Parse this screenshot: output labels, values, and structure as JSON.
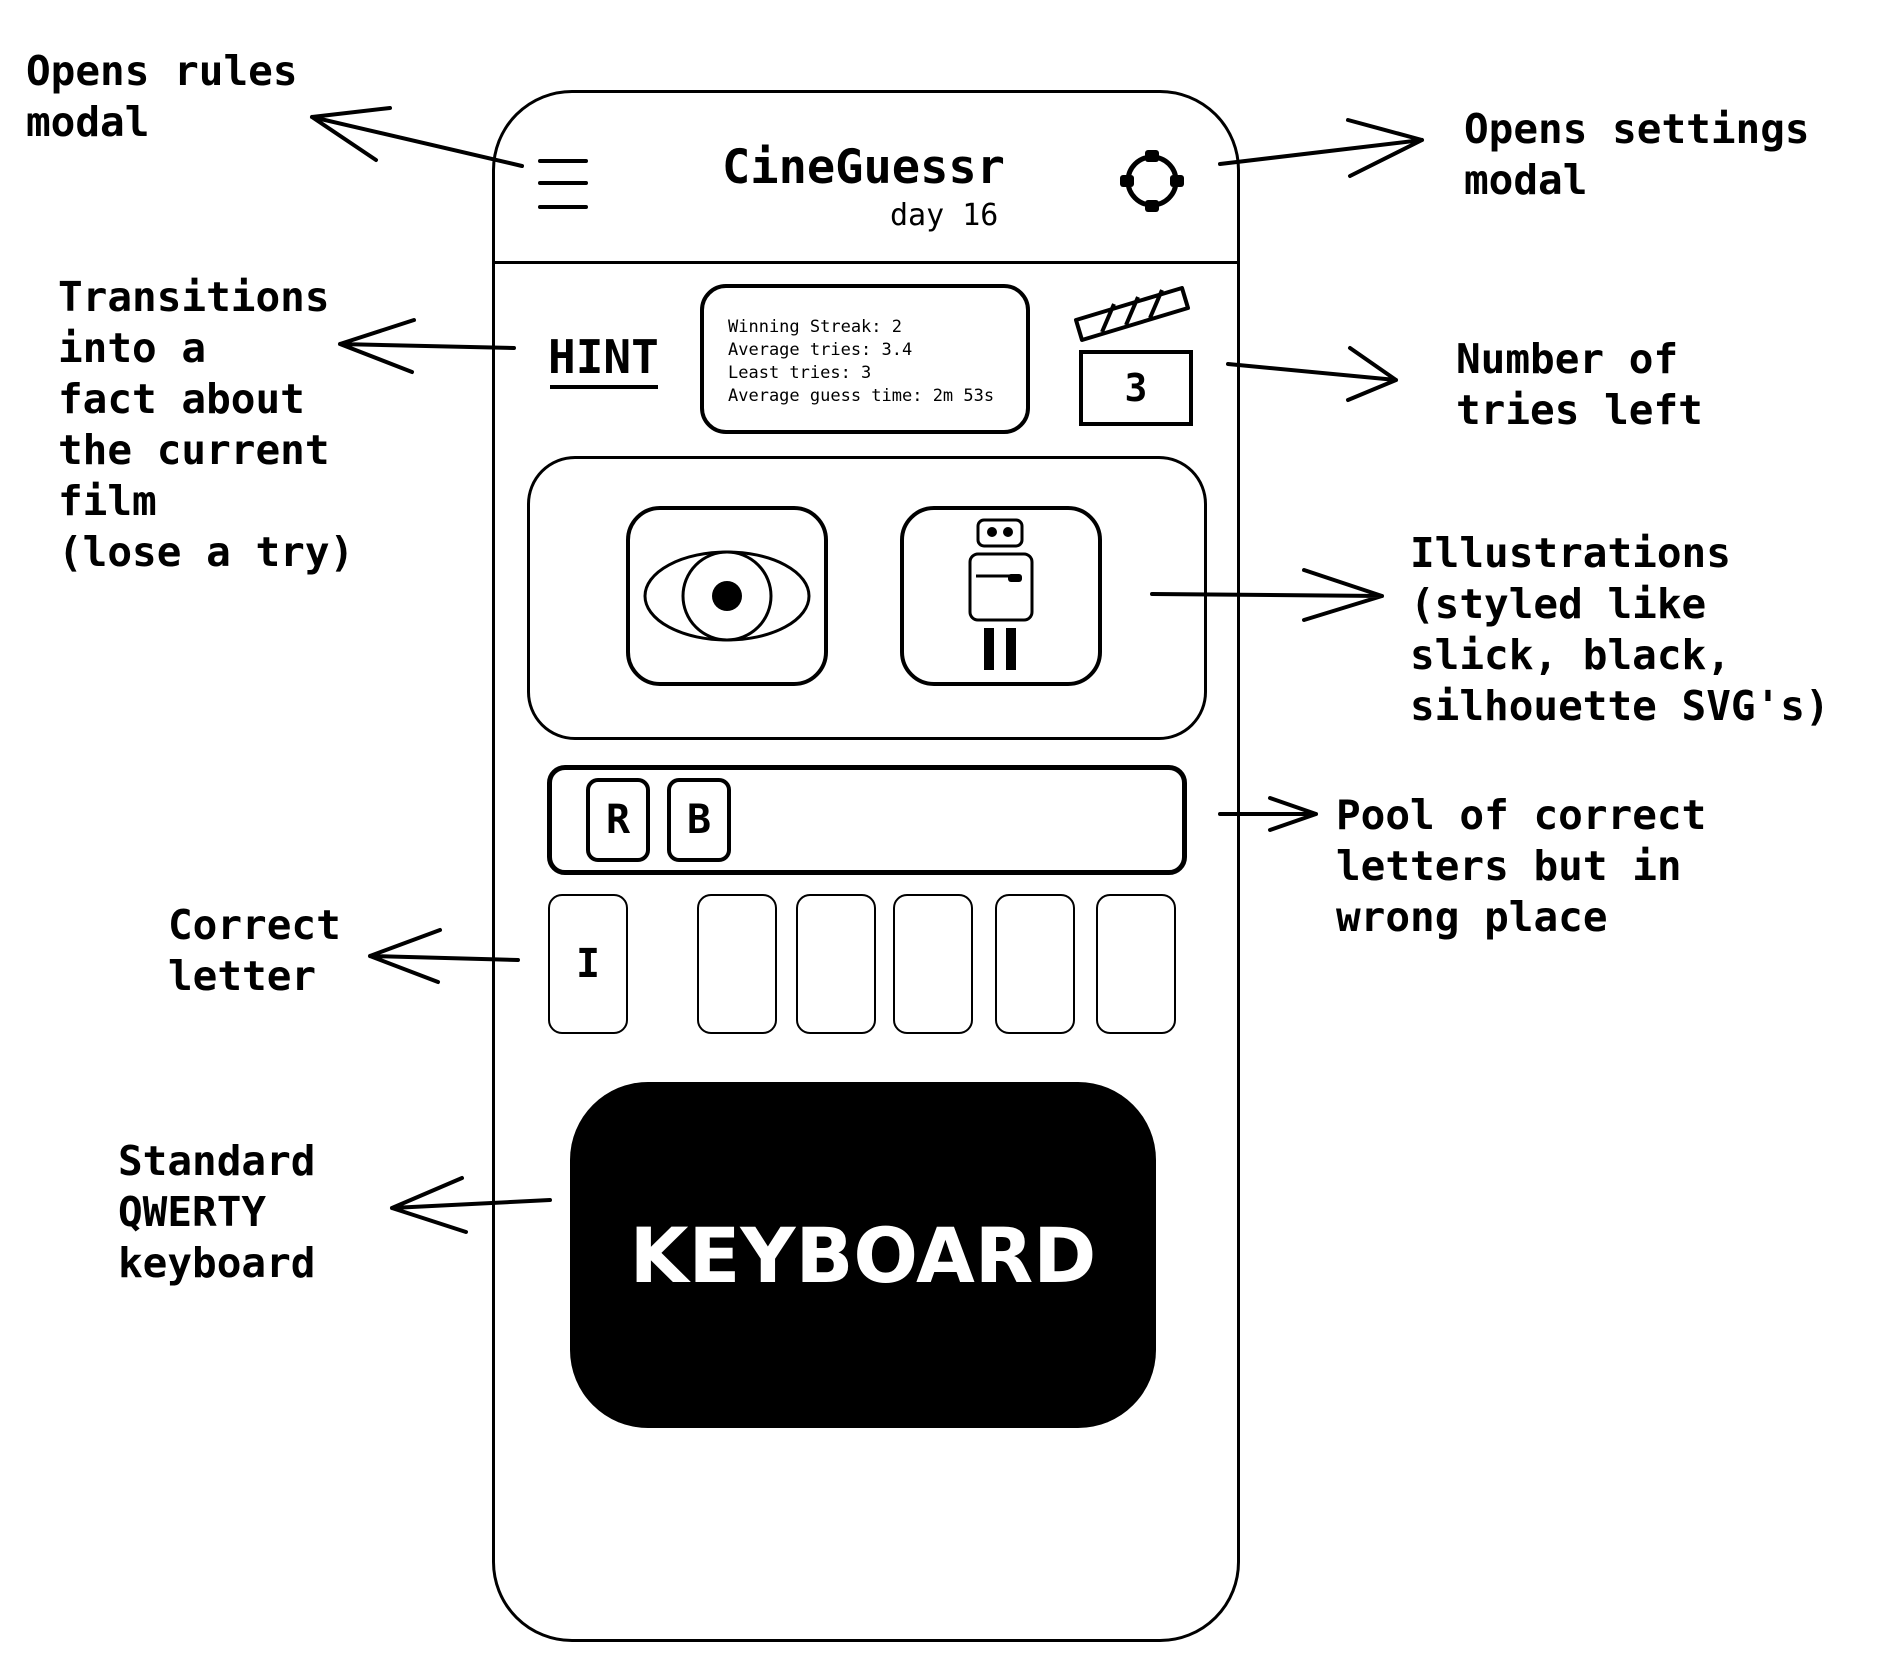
{
  "annotations": {
    "rules": "Opens rules\nmodal",
    "settings": "Opens settings\nmodal",
    "hint": "Transitions\ninto a\nfact about\nthe current\nfilm\n(lose a try)",
    "tries": "Number of\ntries left",
    "illustrations": "Illustrations\n(styled like\nslick, black,\nsilhouette SVG's)",
    "pool": "Pool of correct\nletters but in\nwrong place",
    "correct": "Correct\nletter",
    "keyboard": "Standard\nQWERTY\nkeyboard"
  },
  "app": {
    "title": "CineGuessr",
    "day": "day 16"
  },
  "header": {
    "menu_icon": "hamburger-menu-icon",
    "settings_icon": "settings-icon"
  },
  "hint": {
    "label": "HINT"
  },
  "stats": {
    "winning_streak": "Winning Streak: 2",
    "average_tries": "Average tries: 3.4",
    "least_tries": "Least tries: 3",
    "average_guess_time": "Average guess time: 2m 53s"
  },
  "tries_left": "3",
  "illustrations": [
    "eye-illustration",
    "robot-illustration"
  ],
  "pool_letters": [
    "R",
    "B"
  ],
  "guess_slots": [
    "I",
    "",
    "",
    "",
    "",
    ""
  ],
  "keyboard": {
    "label": "KEYBOARD"
  }
}
